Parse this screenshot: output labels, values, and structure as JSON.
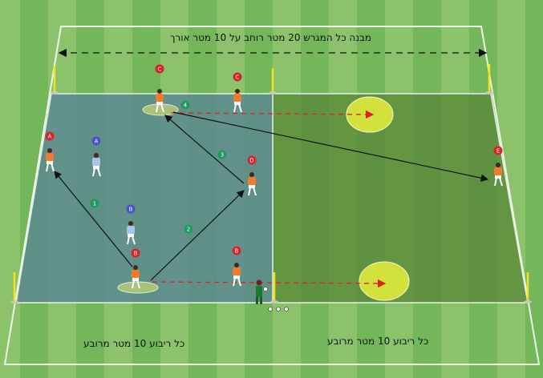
{
  "title": "מבנה  כל המגרש 20 מטר רוחב על 10 מטר אורך",
  "captions": {
    "left_square": "כל ריבוע 10 מטר מרובע",
    "right_square": "כל ריבוע 10 מטר מרובע"
  },
  "players": [
    {
      "label": "A",
      "team": "attack"
    },
    {
      "label": "A",
      "team": "defend"
    },
    {
      "label": "C",
      "team": "attack"
    },
    {
      "label": "C",
      "team": "attack"
    },
    {
      "label": "D",
      "team": "attack"
    },
    {
      "label": "E",
      "team": "attack"
    },
    {
      "label": "B",
      "team": "defend"
    },
    {
      "label": "B",
      "team": "attack"
    },
    {
      "label": "B",
      "team": "attack"
    }
  ],
  "pass_numbers": [
    "1",
    "2",
    "3",
    "4"
  ],
  "colors": {
    "attack_label": "#d9222a",
    "defend_label": "#4b4fc9",
    "step_label": "#1d9a5c",
    "attack_shirt": "#f07a2e",
    "defend_shirt": "#a9c4e8",
    "left_zone": "#5f8c8a",
    "right_zone": "#5e8b3e",
    "target_zone": "#e6ef3c"
  }
}
